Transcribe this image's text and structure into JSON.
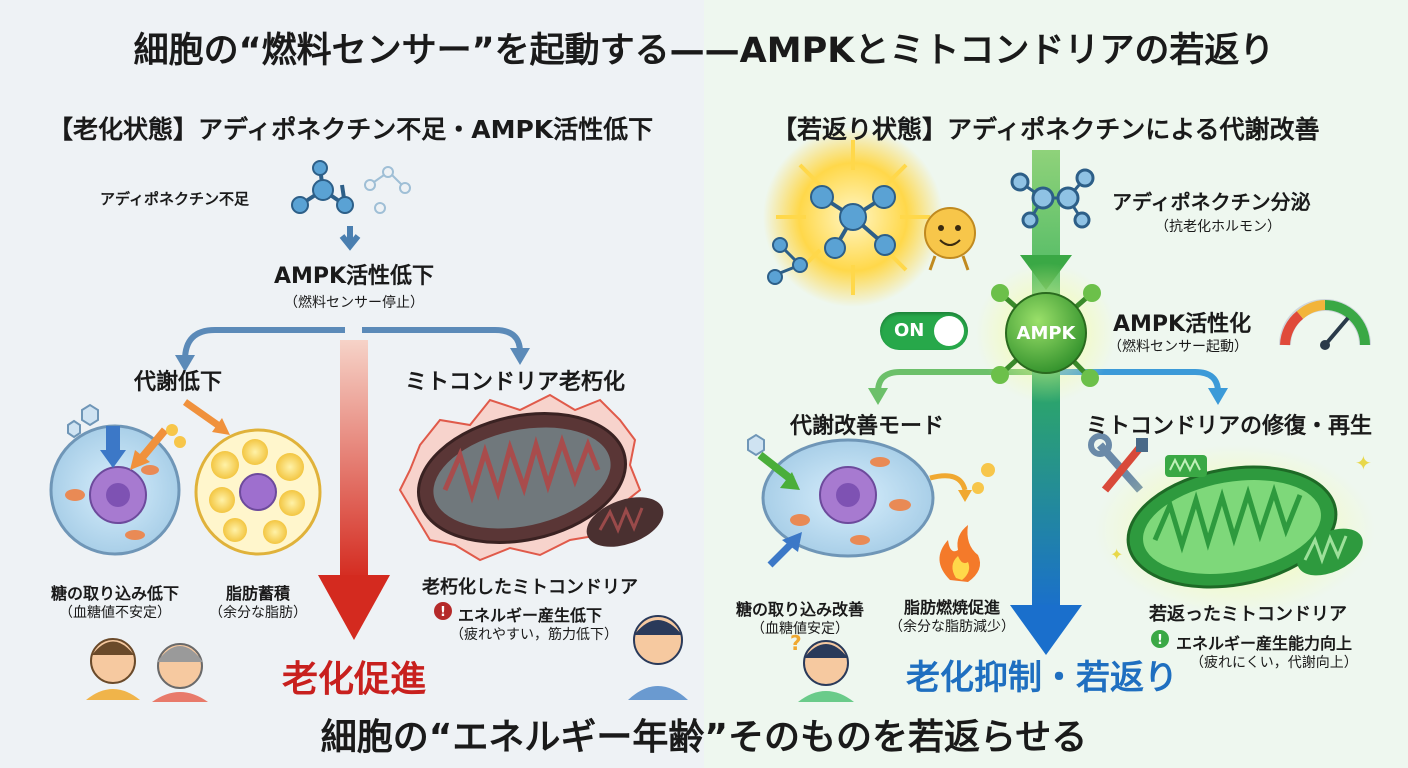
{
  "title": "細胞の“燃料センサー”を起動する——AMPKとミトコンドリアの若返り",
  "bottom_title": "細胞の“エネルギー年齢”そのものを若返らせる",
  "left": {
    "heading": "【老化状態】アディポネクチン不足・AMPK活性低下",
    "adiponectin_label": "アディポネクチン不足",
    "ampk_label": "AMPK活性低下",
    "ampk_sub": "（燃料センサー停止）",
    "branch_metabolism": "代謝低下",
    "branch_mito": "ミトコンドリア老朽化",
    "sugar_label": "糖の取り込み低下",
    "sugar_sub": "（血糖値不安定）",
    "fat_label": "脂肪蓄積",
    "fat_sub": "（余分な脂肪）",
    "mito_label": "老朽化したミトコンドリア",
    "mito_effect": "エネルギー産生低下",
    "mito_effect_sub": "（疲れやすい，筋力低下）",
    "result": "老化促進"
  },
  "right": {
    "heading": "【若返り状態】アディポネクチンによる代謝改善",
    "adiponectin_label": "アディポネクチン分泌",
    "adiponectin_sub": "（抗老化ホルモン）",
    "switch_label": "ON",
    "ampk_badge": "AMPK",
    "ampk_label": "AMPK活性化",
    "ampk_sub": "（燃料センサー起動）",
    "branch_metabolism": "代謝改善モード",
    "branch_mito": "ミトコンドリアの修復・再生",
    "sugar_label": "糖の取り込み改善",
    "sugar_sub": "（血糖値安定）",
    "fat_label": "脂肪燃焼促進",
    "fat_sub": "（余分な脂肪減少）",
    "mito_label": "若返ったミトコンドリア",
    "mito_effect": "エネルギー産生能力向上",
    "mito_effect_sub": "（疲れにくい，代謝向上）",
    "result": "老化抑制・若返り"
  },
  "colors": {
    "aging_red": "#c8201e",
    "young_blue": "#1f6fc0",
    "green": "#3aa845",
    "aging_arrow_blue": "#4a7fb0"
  }
}
